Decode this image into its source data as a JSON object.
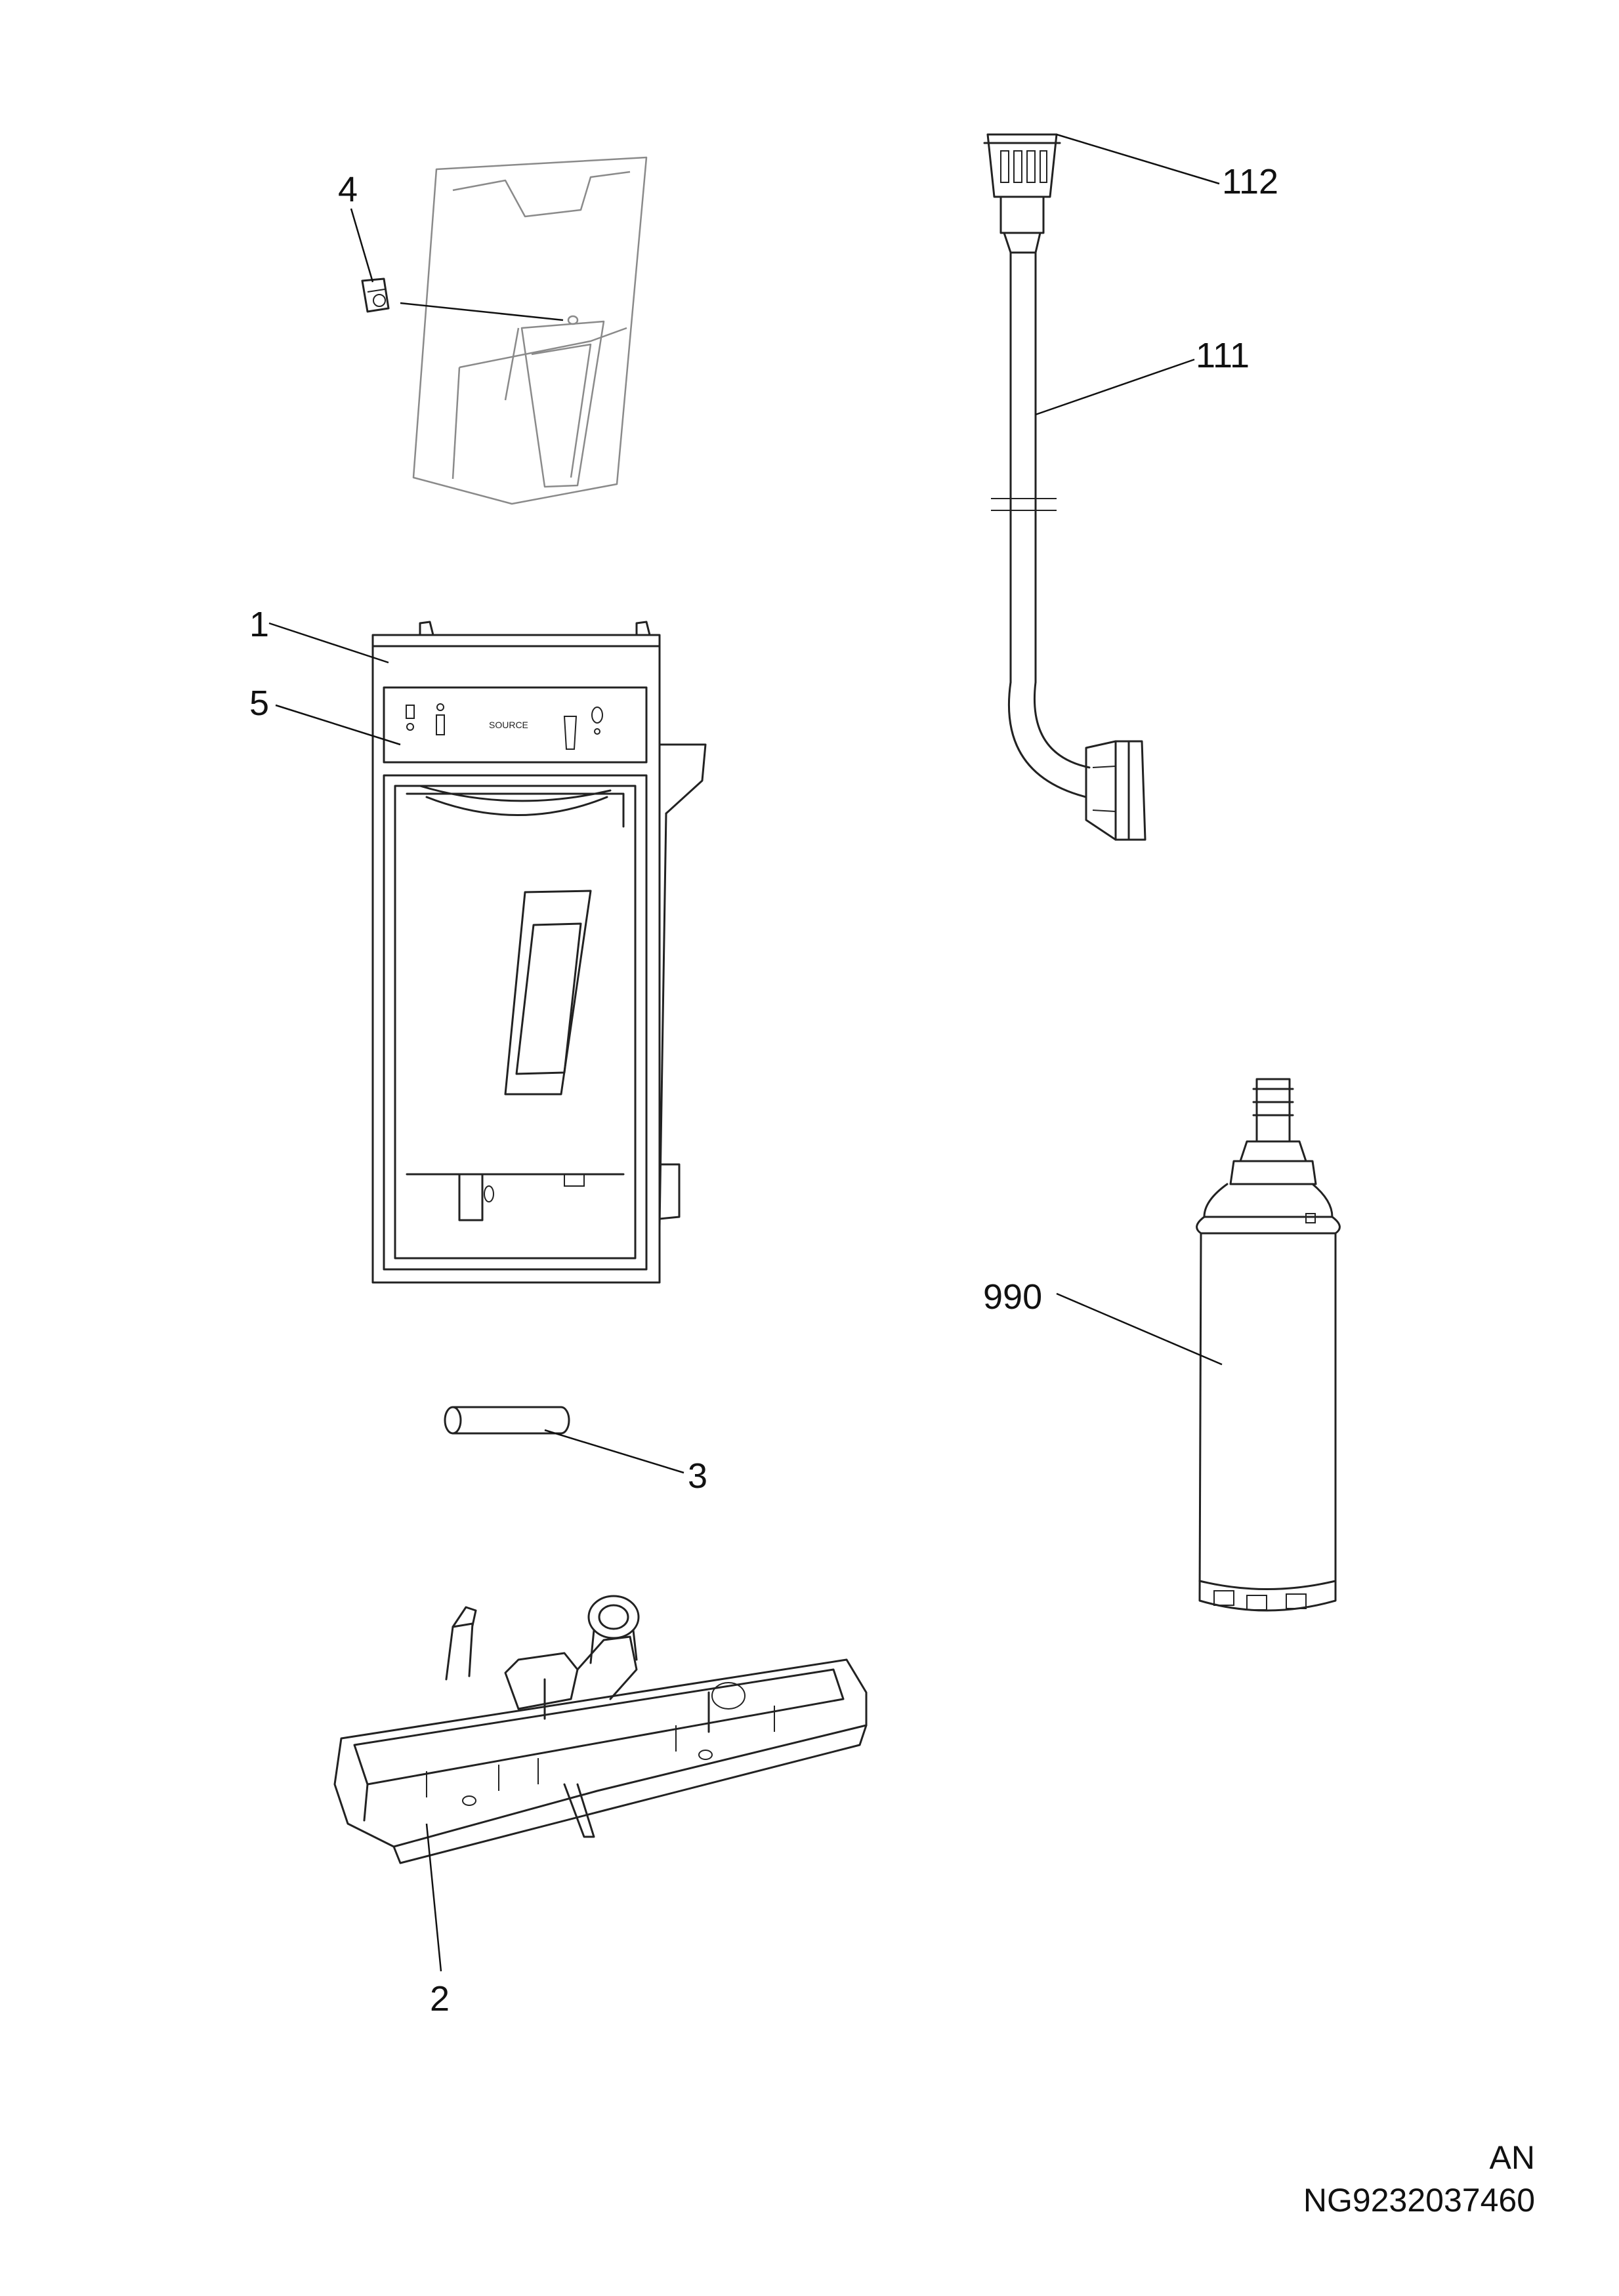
{
  "callouts": {
    "part_1": "1",
    "part_2": "2",
    "part_3": "3",
    "part_4": "4",
    "part_5": "5",
    "part_111": "111",
    "part_112": "112",
    "part_990": "990"
  },
  "panel_text": "SOURCE",
  "footer": {
    "code": "AN",
    "drawing_number": "NG9232037460"
  }
}
